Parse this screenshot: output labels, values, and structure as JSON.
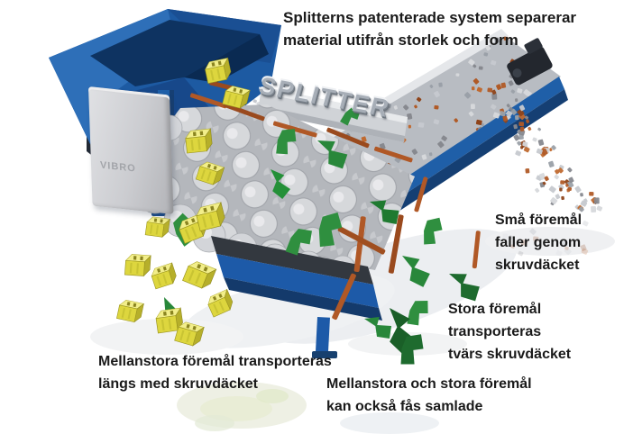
{
  "title": {
    "line1": "Splitterns patenterade system separerar",
    "line2": "material utifrån storlek och form"
  },
  "machine": {
    "brand": "SPLITTER",
    "feeder_brand": "VIBRO"
  },
  "labels": {
    "small_items": {
      "line1": "Små föremål",
      "line2": "faller genom",
      "line3": "skruvdäcket"
    },
    "large_items": {
      "line1": "Stora föremål",
      "line2": "transporteras",
      "line3": "tvärs skruvdäcket"
    },
    "medium_items": {
      "line1": "Mellanstora föremål transporteras",
      "line2": "längs med skruvdäcket"
    },
    "collected_items": {
      "line1": "Mellanstora och stora föremål",
      "line2": "kan också fås samlade"
    }
  },
  "colors": {
    "machine_blue": "#1e5fa8",
    "machine_blue_dark": "#153f73",
    "steel_gray": "#c7c9cd",
    "yellow_item": "#ddd63e",
    "green_item": "#2f8f3f",
    "orange_item": "#b05826",
    "text": "#1a1a1a",
    "background": "#ffffff"
  }
}
